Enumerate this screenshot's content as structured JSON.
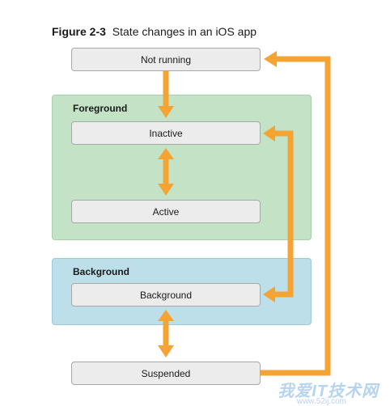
{
  "caption": {
    "figure_number": "Figure 2-3",
    "title": "State changes in an iOS app"
  },
  "groups": {
    "foreground": "Foreground",
    "background": "Background"
  },
  "states": {
    "not_running": "Not running",
    "inactive": "Inactive",
    "active": "Active",
    "background": "Background",
    "suspended": "Suspended"
  },
  "colors": {
    "arrow": "#f5a433",
    "foreground_panel": "#c4e3c6",
    "background_panel": "#bcdfea",
    "state_box": "#ececec"
  },
  "watermark": {
    "text": "我爱IT技术网",
    "sub": "www.52ij.com"
  }
}
